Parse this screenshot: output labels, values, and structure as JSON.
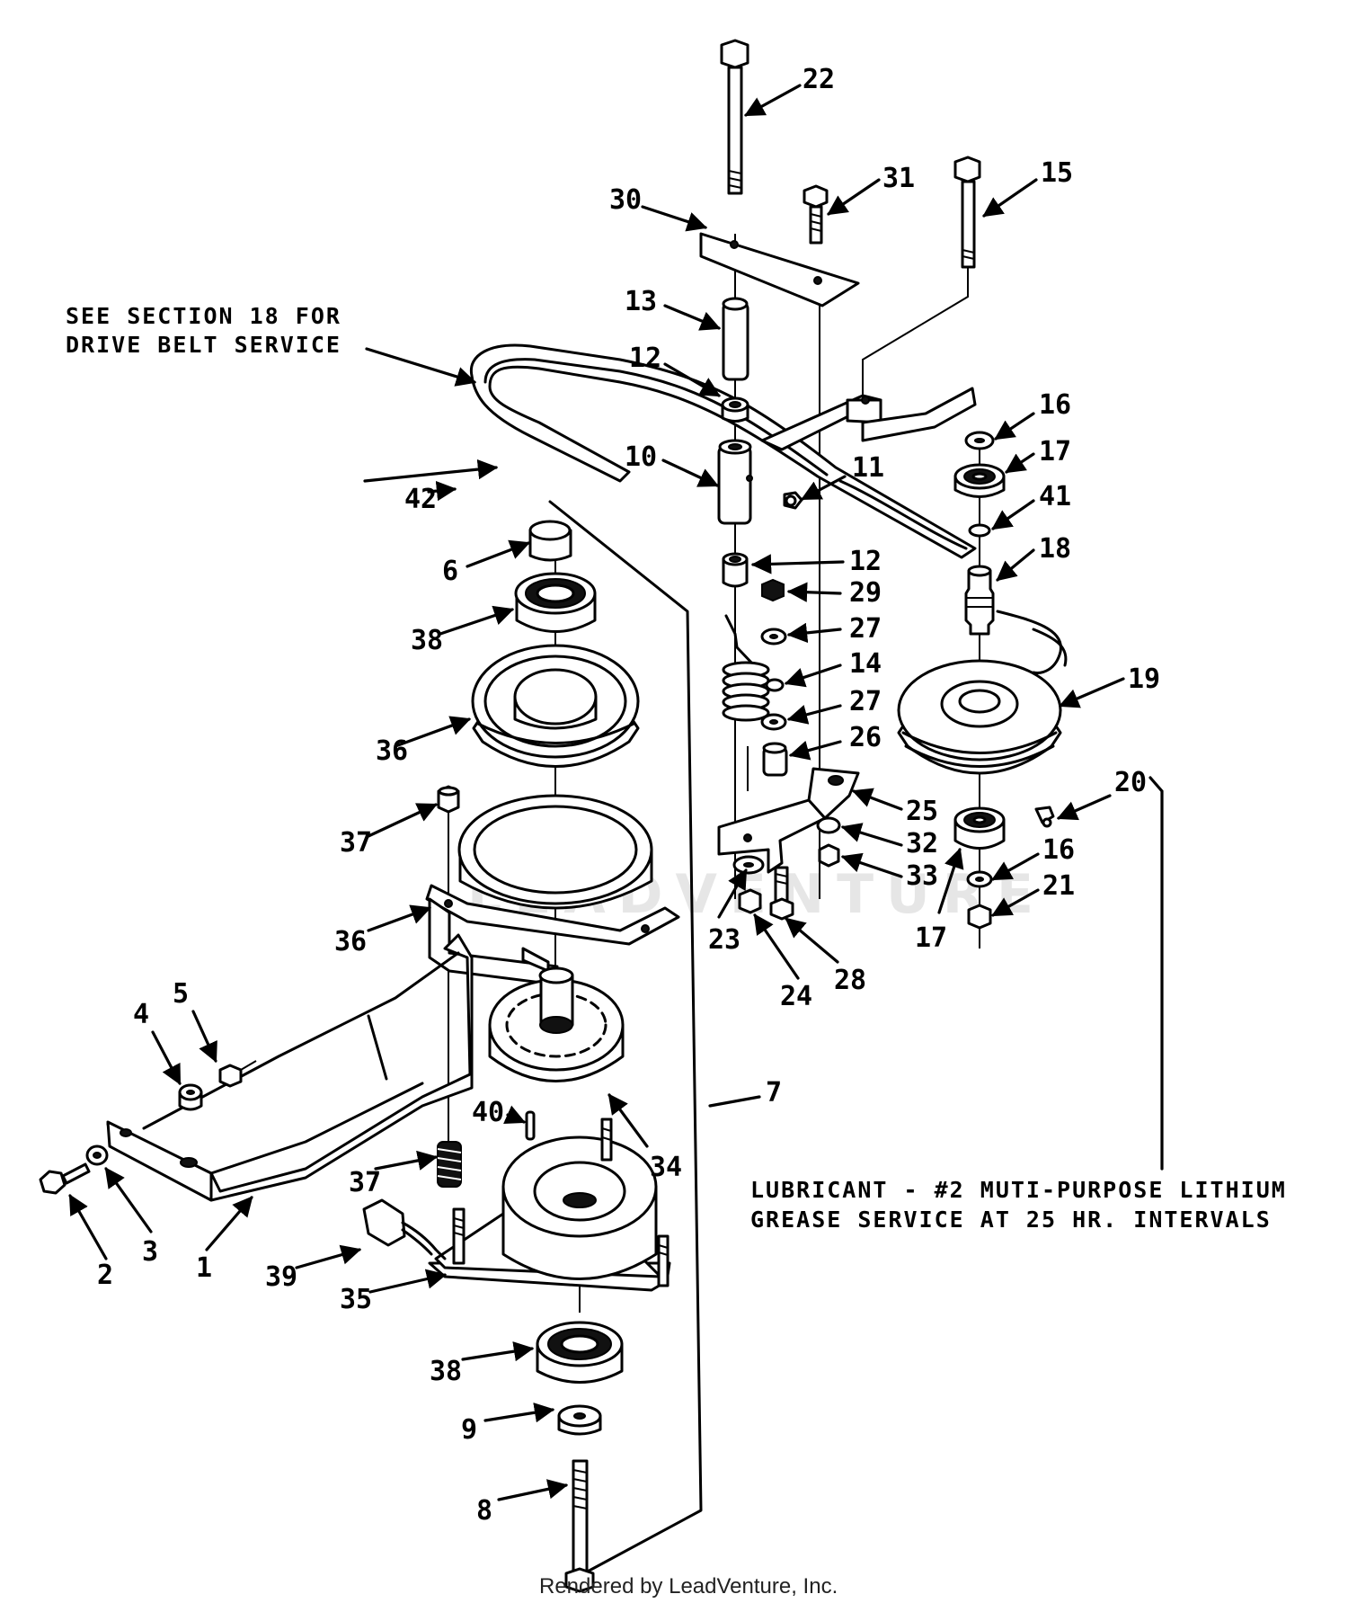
{
  "note_belt": {
    "line1": "SEE SECTION 18 FOR",
    "line2": "DRIVE BELT SERVICE"
  },
  "note_lubricant": {
    "line1": "LUBRICANT - #2 MUTI-PURPOSE LITHIUM",
    "line2": "GREASE SERVICE AT 25 HR. INTERVALS"
  },
  "watermark": "LEADVENTURE",
  "footer": "Rendered by LeadVenture, Inc.",
  "callouts": {
    "c1": "1",
    "c2": "2",
    "c3": "3",
    "c4": "4",
    "c5": "5",
    "c6": "6",
    "c7": "7",
    "c8": "8",
    "c9": "9",
    "c10": "10",
    "c11": "11",
    "c12a": "12",
    "c12b": "12",
    "c13": "13",
    "c14": "14",
    "c15": "15",
    "c16a": "16",
    "c16b": "16",
    "c17a": "17",
    "c17b": "17",
    "c18": "18",
    "c19": "19",
    "c20": "20",
    "c21": "21",
    "c22": "22",
    "c23": "23",
    "c24": "24",
    "c25": "25",
    "c26": "26",
    "c27a": "27",
    "c27b": "27",
    "c28": "28",
    "c29": "29",
    "c30": "30",
    "c31": "31",
    "c32": "32",
    "c33": "33",
    "c34": "34",
    "c35": "35",
    "c36a": "36",
    "c36b": "36",
    "c37a": "37",
    "c37b": "37",
    "c38a": "38",
    "c38b": "38",
    "c39": "39",
    "c40": "40",
    "c41": "41",
    "c42": "42"
  }
}
